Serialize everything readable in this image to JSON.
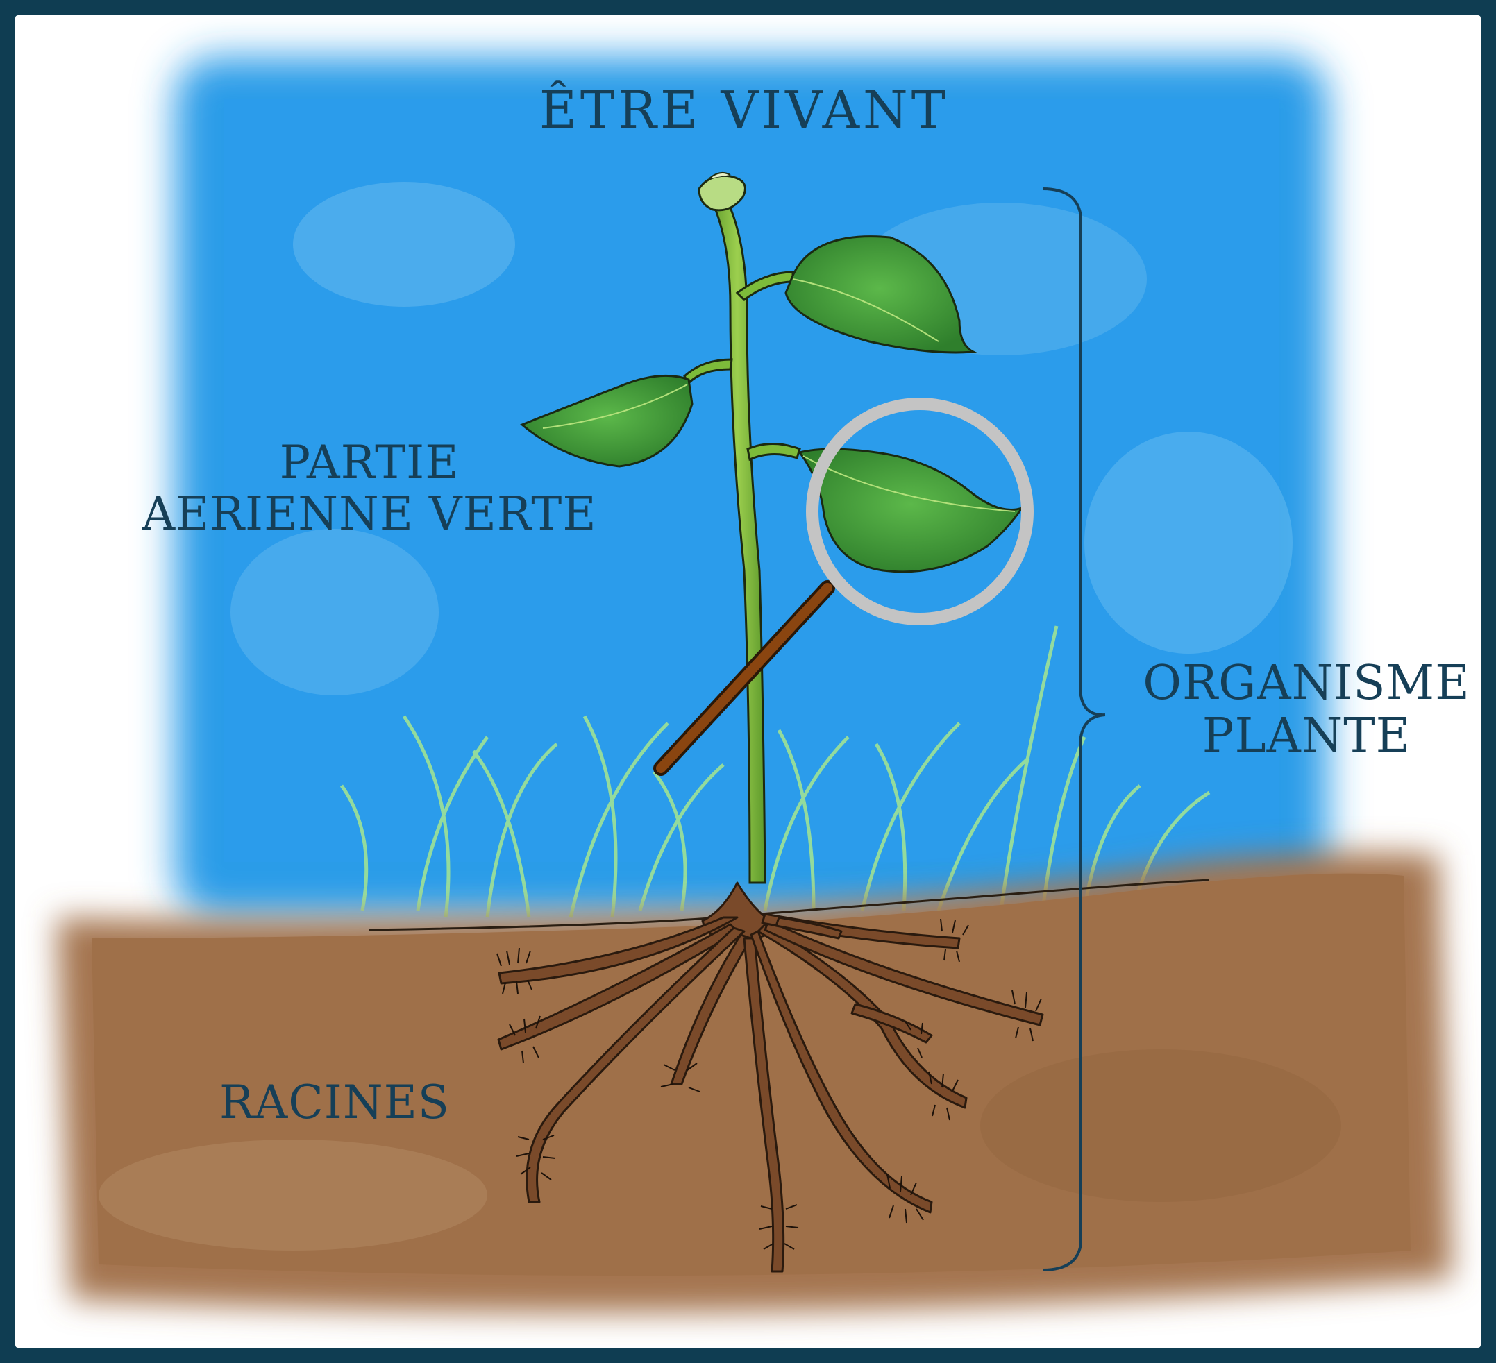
{
  "title": "ÊTRE VIVANT",
  "labels": {
    "aerial": [
      "PARTIE",
      "AERIENNE VERTE"
    ],
    "organism": [
      "ORGANISME",
      "PLANTE"
    ],
    "roots": "RACINES"
  },
  "colors": {
    "frame": "#0f3d52",
    "sky": "#2a9ce8",
    "soil": "#a67850",
    "leaf": "#3f9a3a",
    "stem": "#7dbb3a",
    "root": "#7a4a2a",
    "text": "#163f57",
    "magnifier_ring": "#c4c4c4",
    "magnifier_handle": "#8a4510",
    "grass": "#9ee08a"
  }
}
